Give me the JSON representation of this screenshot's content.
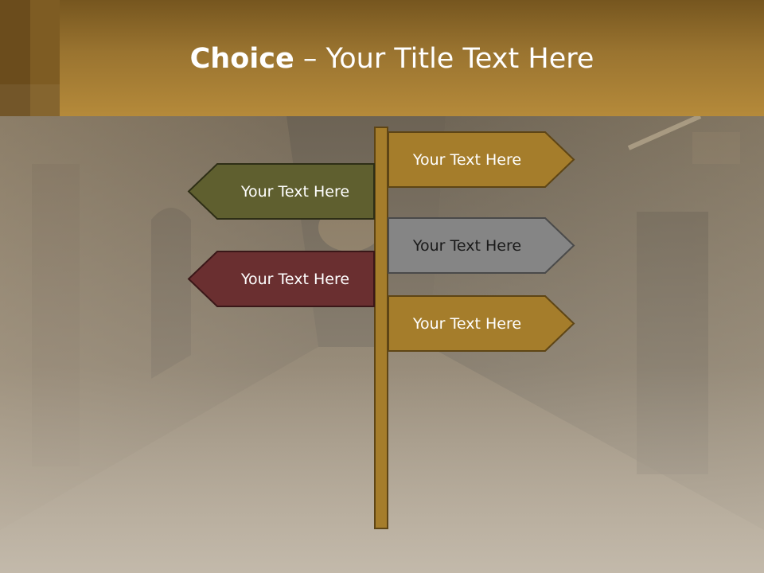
{
  "title": {
    "bold": "Choice",
    "rest": " – Your Title Text Here"
  },
  "colors": {
    "header": "#a57d2b",
    "sign_gold": "#a57d2b",
    "sign_olive": "#5f5f2f",
    "sign_grey": "#858585",
    "sign_maroon": "#6a2f30"
  },
  "signs": {
    "right_1": "Your Text Here",
    "left_1": "Your Text Here",
    "right_2": "Your Text Here",
    "left_2": "Your Text Here",
    "right_3": "Your Text Here"
  }
}
